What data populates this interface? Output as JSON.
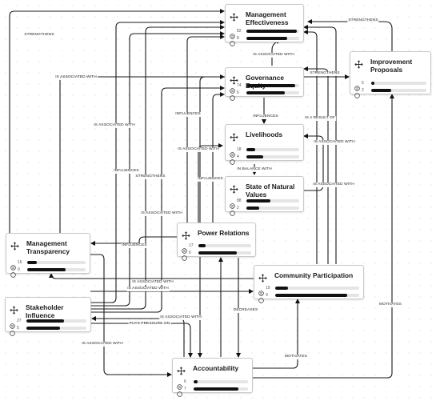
{
  "nodes": [
    {
      "id": "me",
      "title": "Management Effectiveness",
      "row1": {
        "value": "82",
        "fill": 0.96
      },
      "row2": {
        "value": "8",
        "fill": 0.78
      }
    },
    {
      "id": "ge",
      "title": "Governance Equity",
      "row1": {
        "value": "74",
        "fill": 0.92
      },
      "row2": {
        "value": "6",
        "fill": 0.72
      }
    },
    {
      "id": "ip",
      "title": "Improvement Proposals",
      "row1": {
        "value": "5",
        "fill": 0.06
      },
      "row2": {
        "value": "2",
        "fill": 0.36
      }
    },
    {
      "id": "lh",
      "title": "Livelihoods",
      "row1": {
        "value": "18",
        "fill": 0.16
      },
      "row2": {
        "value": "4",
        "fill": 0.32
      }
    },
    {
      "id": "nv",
      "title": "State of Natural Values",
      "row1": {
        "value": "88",
        "fill": 0.45
      },
      "row2": {
        "value": "2",
        "fill": 0.24
      }
    },
    {
      "id": "pr",
      "title": "Power Relations",
      "row1": {
        "value": "17",
        "fill": 0.14
      },
      "row2": {
        "value": "6",
        "fill": 0.72
      }
    },
    {
      "id": "mt",
      "title": "Management Transparency",
      "row1": {
        "value": "16",
        "fill": 0.16
      },
      "row2": {
        "value": "9",
        "fill": 0.66
      }
    },
    {
      "id": "cp",
      "title": "Community Participation",
      "row1": {
        "value": "19",
        "fill": 0.15
      },
      "row2": {
        "value": "9",
        "fill": 0.86
      }
    },
    {
      "id": "si",
      "title": "Stakeholder Influence",
      "row1": {
        "value": "27",
        "fill": 0.62
      },
      "row2": {
        "value": "5",
        "fill": 0.56
      }
    },
    {
      "id": "ac",
      "title": "Accountability",
      "row1": {
        "value": "6",
        "fill": 0.08
      },
      "row2": {
        "value": "7",
        "fill": 0.82
      }
    }
  ],
  "edge_labels": [
    {
      "id": "strengthens-top",
      "text": "STRENGTHENS"
    },
    {
      "id": "strengthens-left",
      "text": "STRENGTHENS"
    },
    {
      "id": "strengthens-ip",
      "text": "STRENGTHENS"
    },
    {
      "id": "assoc-ge-me",
      "text": "IS ASSOCIATED WITH"
    },
    {
      "id": "assoc-mt-ge",
      "text": "IS ASSOCIATED WITH"
    },
    {
      "id": "assoc-left-col",
      "text": "IS ASSOCIATED WITH"
    },
    {
      "id": "influences-ge-lh",
      "text": "INFLUENCES"
    },
    {
      "id": "influences-pr",
      "text": "INFLUENCES"
    },
    {
      "id": "influences-col",
      "text": "INFLUENCES"
    },
    {
      "id": "influences-lh",
      "text": "INFLUENCES"
    },
    {
      "id": "influences-mt",
      "text": "INFLUENCES"
    },
    {
      "id": "assoc-lh-pr",
      "text": "IS ASSOCIATED WITH"
    },
    {
      "id": "in-balance",
      "text": "IN BALANCE WITH"
    },
    {
      "id": "result-of",
      "text": "IS A RESULT OF"
    },
    {
      "id": "assoc-right-1",
      "text": "IS ASSOCIATED WITH"
    },
    {
      "id": "assoc-right-2",
      "text": "IS ASSOCIATED WITH"
    },
    {
      "id": "strengthens-mid",
      "text": "STRENGTHENS"
    },
    {
      "id": "assoc-mid",
      "text": "IS ASSOCIATED WITH"
    },
    {
      "id": "assoc-cp-1",
      "text": "IS ASSOCIATED WITH"
    },
    {
      "id": "assoc-cp-2",
      "text": "IS ASSOCIATED WITH"
    },
    {
      "id": "assoc-si-ac",
      "text": "IS ASSOCIATED WITH"
    },
    {
      "id": "puts-pressure",
      "text": "PUTS PRESSURE ON"
    },
    {
      "id": "decreases",
      "text": "DECREASES"
    },
    {
      "id": "assoc-bottom-left",
      "text": "IS ASSOCIATED WITH"
    },
    {
      "id": "motivates-1",
      "text": "MOTIVATES"
    },
    {
      "id": "motivates-2",
      "text": "MOTIVATES"
    }
  ]
}
